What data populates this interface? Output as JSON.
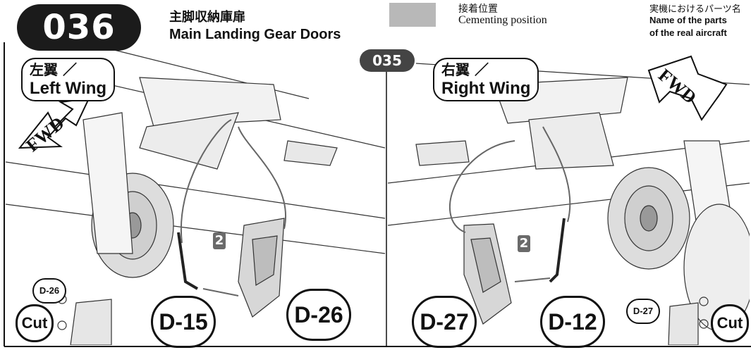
{
  "header": {
    "step_number": "036",
    "title_ja": "主脚収納庫扉",
    "title_en": "Main Landing Gear Doors"
  },
  "legend": {
    "cement_ja": "接着位置",
    "cement_en": "Cementing position",
    "cement_color": "#b8b8b8",
    "real_name_ja": "実機におけるパーツ名",
    "real_name_en_line1": "Name of the parts",
    "real_name_en_line2": "of the real aircraft"
  },
  "previous_step": "035",
  "left_panel": {
    "wing_ja": "左翼 ／",
    "wing_en": "Left Wing",
    "fwd": "FWD",
    "glue_label": "2",
    "parts": {
      "strut": "D-15",
      "door": "D-26",
      "cut_part": "D-26"
    },
    "cut_label": "Cut"
  },
  "right_panel": {
    "wing_ja": "右翼 ／",
    "wing_en": "Right Wing",
    "fwd": "FWD",
    "glue_label": "2",
    "parts": {
      "door": "D-27",
      "strut": "D-12",
      "cut_part": "D-27"
    },
    "cut_label": "Cut"
  }
}
